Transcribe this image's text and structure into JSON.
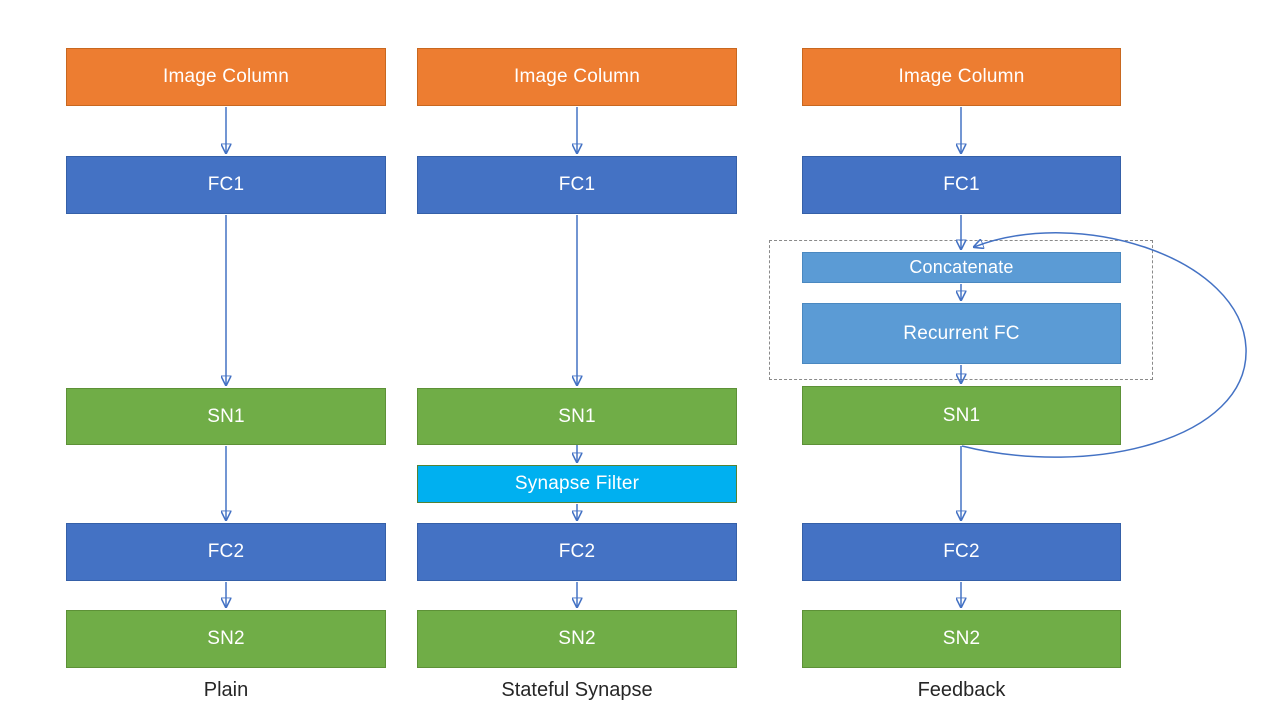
{
  "figure": {
    "columns": [
      {
        "label": "Plain",
        "nodes": {
          "image": "Image Column",
          "fc1": "FC1",
          "sn1": "SN1",
          "fc2": "FC2",
          "sn2": "SN2"
        }
      },
      {
        "label": "Stateful Synapse",
        "nodes": {
          "image": "Image Column",
          "fc1": "FC1",
          "sn1": "SN1",
          "filter": "Synapse Filter",
          "fc2": "FC2",
          "sn2": "SN2"
        }
      },
      {
        "label": "Feedback",
        "nodes": {
          "image": "Image Column",
          "fc1": "FC1",
          "concat": "Concatenate",
          "recfc": "Recurrent FC",
          "sn1": "SN1",
          "fc2": "FC2",
          "sn2": "SN2"
        }
      }
    ],
    "colors": {
      "orange_node": "#ED7D31",
      "blue_node": "#4472C4",
      "green_node": "#70AD47",
      "light_blue_node": "#5B9BD5",
      "cyan_node": "#00B0F0",
      "cyan_node_border": "#548235",
      "arrow": "#4472C4",
      "dashed_box_border": "#8A8A8A",
      "label_text": "#262626",
      "node_text": "#FFFFFF"
    }
  }
}
